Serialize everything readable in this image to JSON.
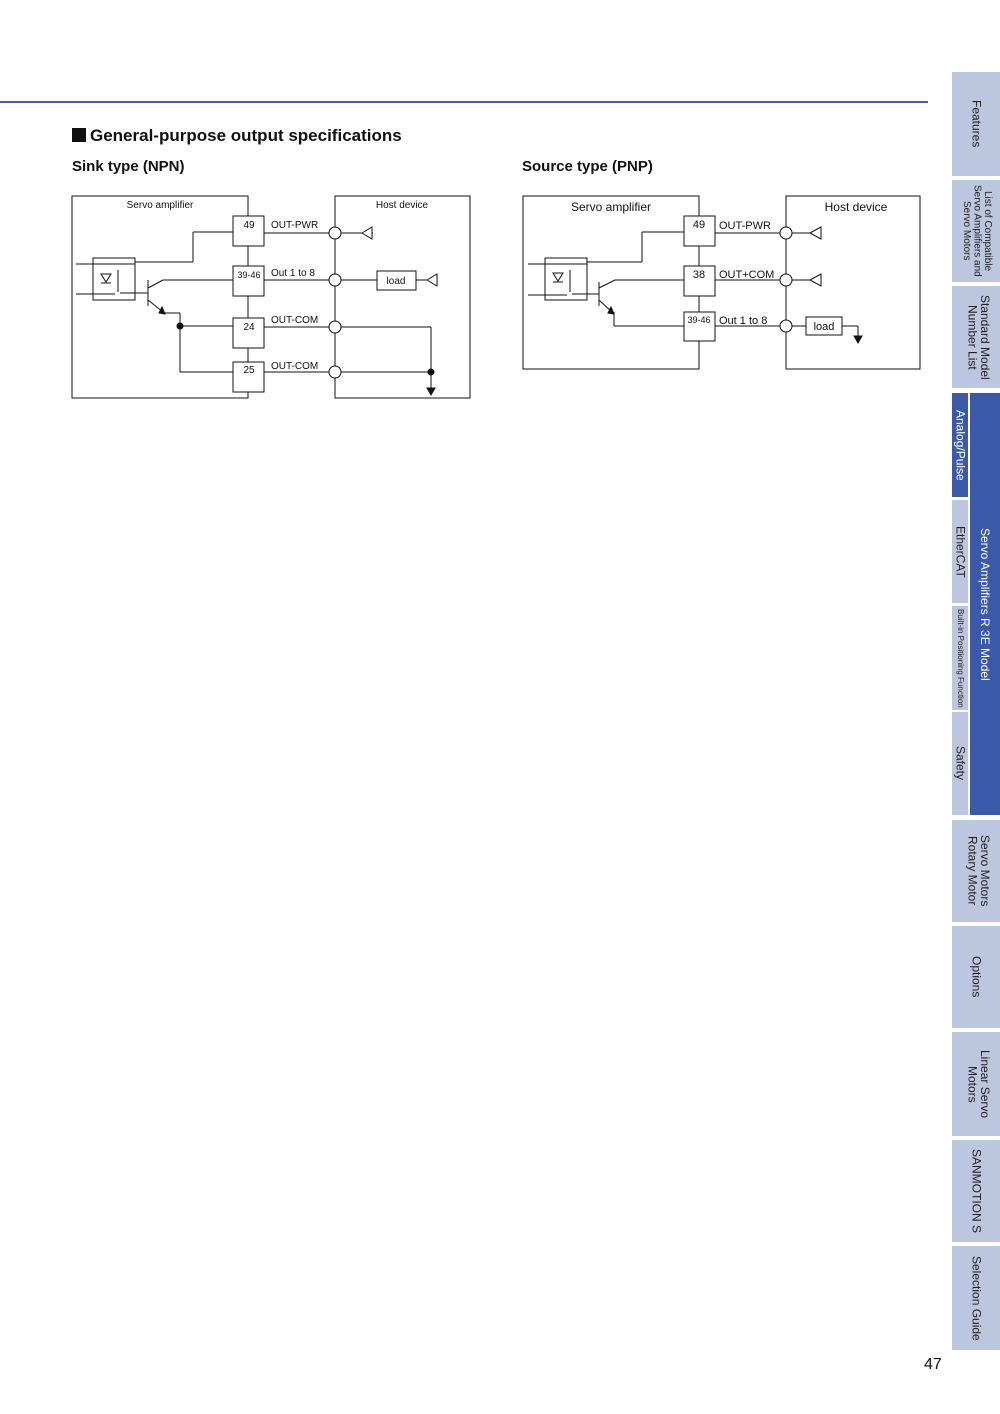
{
  "section_title": "General-purpose output specifications",
  "sink": {
    "title": "Sink type (NPN)",
    "servo": "Servo amplifier",
    "host": "Host device",
    "pins": [
      "49",
      "39-46",
      "24",
      "25"
    ],
    "signals": [
      "OUT-PWR",
      "Out 1 to 8",
      "OUT-COM",
      "OUT-COM"
    ],
    "load": "load"
  },
  "source": {
    "title": "Source type (PNP)",
    "servo": "Servo amplifier",
    "host": "Host device",
    "pins": [
      "49",
      "38",
      "39-46"
    ],
    "signals": [
      "OUT-PWR",
      "OUT+COM",
      "Out 1 to 8"
    ],
    "load": "load"
  },
  "tabs": [
    "Features",
    "List of Compatible Servo Amplifiers and Servo Motors",
    "Standard Model Number List",
    "Analog/Pulse",
    "EtherCAT",
    "Built-in Positioning Function",
    "Safety",
    "Servo Motors Rotary Motor",
    "Options",
    "Linear Servo Motors",
    "SANMOTION S",
    "Selection Guide"
  ],
  "group_tab": "Servo Amplifiers  R 3E Model",
  "page_number": "47",
  "colors": {
    "accent": "#3a5aa9",
    "tab": "#bcc6de"
  }
}
